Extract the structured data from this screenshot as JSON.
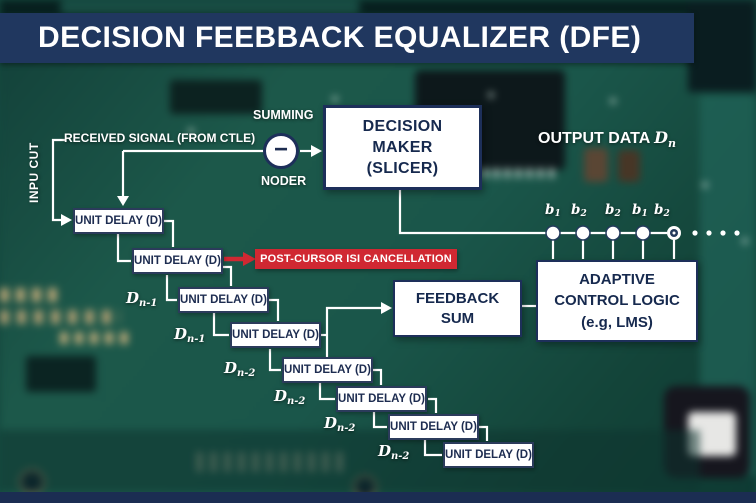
{
  "title": "DECISION FEEBBACK EQUALIZER (DFE)",
  "labels": {
    "input_vertical": "INPU CUT",
    "received_signal": "RECEIVED SIGNAL (FROM CTLE)",
    "summing_top": "SUMMING",
    "summing_bottom": "NODER",
    "output_data_text": "OUTPUT DATA",
    "output_data_var": {
      "base": "D",
      "sub": "n"
    }
  },
  "summing_node": {
    "symbol": "−"
  },
  "boxes": {
    "decision_maker": {
      "line1": "DECISION",
      "line2": "MAKER",
      "line3": "(SLICER)"
    },
    "feedback_sum": {
      "line1": "FEEDBACK",
      "line2": "SUM"
    },
    "adaptive_control": {
      "line1": "ADAPTIVE",
      "line2": "CONTROL LOGIC",
      "line3": "(e.g, LMS)"
    }
  },
  "callout": {
    "post_cursor": "POST-CURSOR ISI CANCELLATION"
  },
  "delay_chain": {
    "box_label": "UNIT DELAY (D)",
    "d_labels": [
      {
        "base": "D",
        "sub": "n-1"
      },
      {
        "base": "D",
        "sub": "n-1"
      },
      {
        "base": "D",
        "sub": "n-2"
      },
      {
        "base": "D",
        "sub": "n-2"
      },
      {
        "base": "D",
        "sub": "n-2"
      },
      {
        "base": "D",
        "sub": "n-2"
      }
    ]
  },
  "taps": {
    "coeff_labels": [
      {
        "base": "b",
        "sub": "1"
      },
      {
        "base": "b",
        "sub": "2"
      },
      {
        "base": "b",
        "sub": "2"
      },
      {
        "base": "b",
        "sub": "1"
      },
      {
        "base": "b",
        "sub": "2"
      }
    ]
  },
  "colors": {
    "banner_navy": "#20375f",
    "box_border_navy": "#1d2f5a",
    "box_text_navy": "#16294e",
    "callout_red": "#d02832",
    "wire_white": "#ffffff",
    "pcb_green": "#1c584a",
    "bottom_bar_navy": "#1b2d52"
  }
}
